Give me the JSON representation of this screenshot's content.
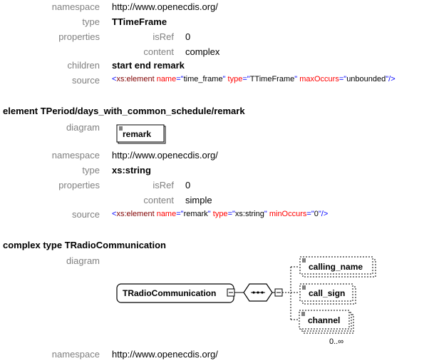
{
  "block1": {
    "namespace_label": "namespace",
    "namespace_value": "http://www.openecdis.org/",
    "type_label": "type",
    "type_value": "TTimeFrame",
    "properties_label": "properties",
    "isref_label": "isRef",
    "isref_value": "0",
    "content_label": "content",
    "content_value": "complex",
    "children_label": "children",
    "children_value": "start end remark",
    "source_label": "source",
    "source": {
      "open": "<",
      "tag": "xs:element",
      "attrs": [
        {
          "name": " name",
          "eq": "=\"",
          "value": "time_frame",
          "close": "\""
        },
        {
          "name": " type",
          "eq": "=\"",
          "value": "TTimeFrame",
          "close": "\""
        },
        {
          "name": " maxOccurs",
          "eq": "=\"",
          "value": "unbounded",
          "close": "\""
        }
      ],
      "end": "/>"
    }
  },
  "block2": {
    "heading": "element TPeriod/days_with_common_schedule/remark",
    "diagram_label": "diagram",
    "diagram_box": "remark",
    "namespace_label": "namespace",
    "namespace_value": "http://www.openecdis.org/",
    "type_label": "type",
    "type_value": "xs:string",
    "properties_label": "properties",
    "isref_label": "isRef",
    "isref_value": "0",
    "content_label": "content",
    "content_value": "simple",
    "source_label": "source",
    "source": {
      "open": "<",
      "tag": "xs:element",
      "attrs": [
        {
          "name": " name",
          "eq": "=\"",
          "value": "remark",
          "close": "\""
        },
        {
          "name": " type",
          "eq": "=\"",
          "value": "xs:string",
          "close": "\""
        },
        {
          "name": " minOccurs",
          "eq": "=\"",
          "value": "0",
          "close": "\""
        }
      ],
      "end": "/>"
    }
  },
  "block3": {
    "heading": "complex type TRadioCommunication",
    "diagram_label": "diagram",
    "diagram": {
      "root": "TRadioCommunication",
      "children": [
        "calling_name",
        "call_sign",
        "channel"
      ],
      "occurrence": "0..∞"
    },
    "namespace_label": "namespace",
    "namespace_value": "http://www.openecdis.org/"
  }
}
